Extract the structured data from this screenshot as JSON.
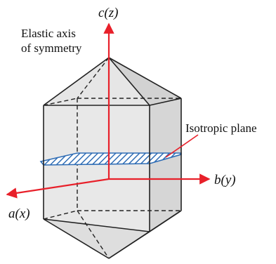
{
  "labels": {
    "c_axis": "c(z)",
    "b_axis": "b(y)",
    "a_axis": "a(x)",
    "elastic_line1": "Elastic axis",
    "elastic_line2": "of symmetry",
    "isotropic": "Isotropic plane"
  },
  "colors": {
    "axis": "#e8202a",
    "edges": "#222222",
    "face_light": "#e6e6e6",
    "face_mid": "#d9d9d9",
    "face_dark": "#cbcbcb",
    "plane": "#2f6db5"
  }
}
